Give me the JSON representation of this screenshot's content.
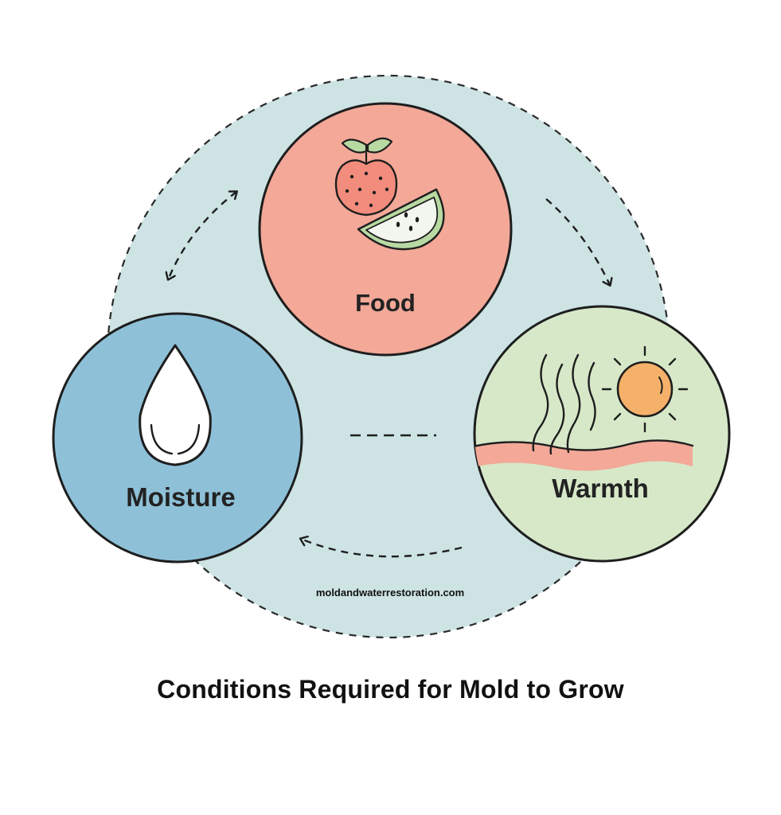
{
  "diagram": {
    "nodes": {
      "food": {
        "label": "Food",
        "fill": "#f3a898",
        "icons": [
          "strawberry-icon",
          "melon-slice-icon"
        ]
      },
      "moisture": {
        "label": "Moisture",
        "fill": "#8ec1d8",
        "icons": [
          "water-drop-icon"
        ]
      },
      "warmth": {
        "label": "Warmth",
        "fill": "#d6e8c8",
        "icons": [
          "sun-icon",
          "heat-waves-icon",
          "warm-ground-icon"
        ]
      }
    },
    "background_circle_fill": "#cde3e4",
    "outline_color": "#1e1e1e",
    "cycle_arrows": [
      {
        "from": "moisture",
        "to": "food",
        "style": "dashed",
        "direction": "both"
      },
      {
        "from": "food",
        "to": "warmth",
        "style": "dashed",
        "direction": "forward"
      },
      {
        "from": "warmth",
        "to": "moisture",
        "style": "dashed",
        "direction": "forward"
      }
    ],
    "watermark": "moldandwaterrestoration.com"
  },
  "caption": "Conditions Required for Mold to Grow"
}
